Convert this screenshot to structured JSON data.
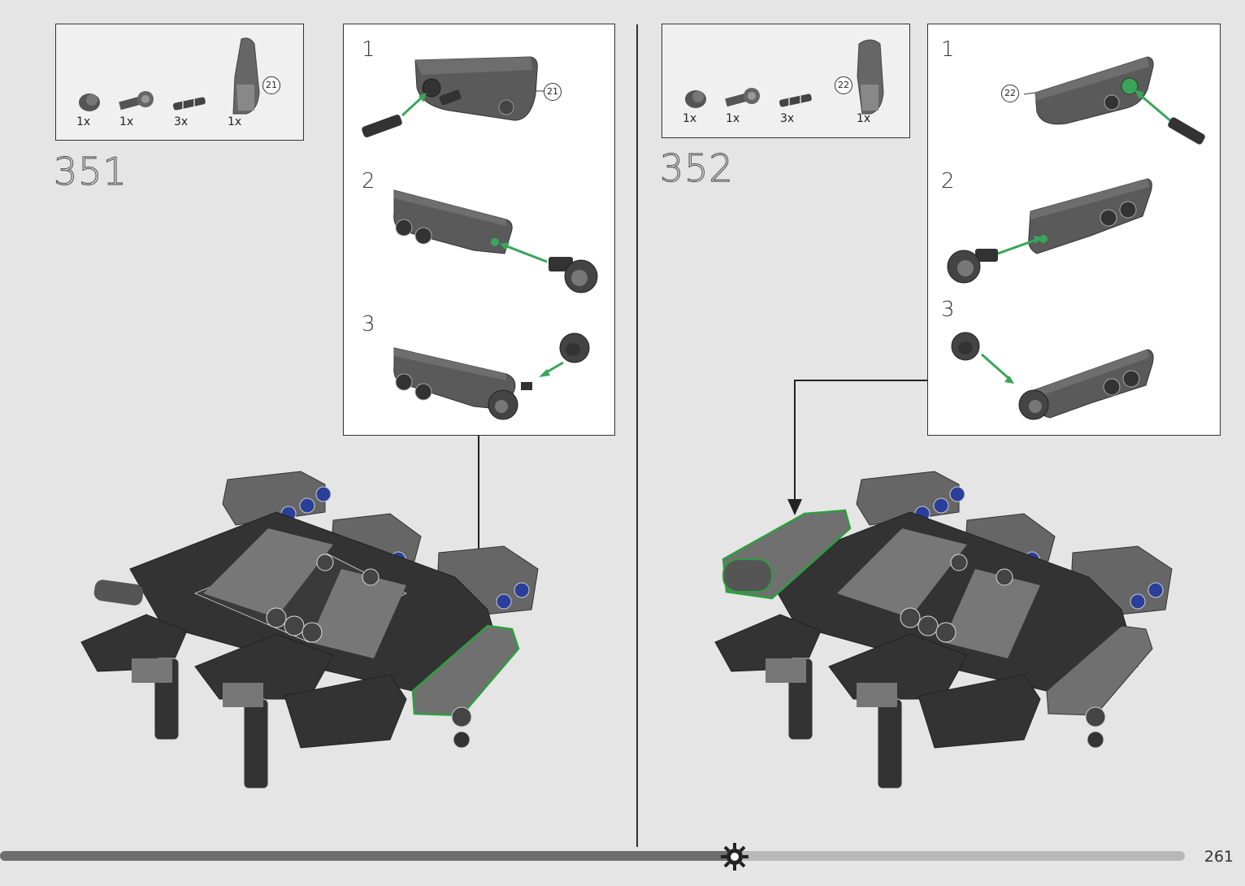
{
  "steps": [
    {
      "number": "351",
      "parts": [
        {
          "qty": "1x",
          "icon": "bush-piece-icon"
        },
        {
          "qty": "1x",
          "icon": "axle-connector-icon"
        },
        {
          "qty": "3x",
          "icon": "pin-icon"
        },
        {
          "qty": "1x",
          "icon": "panel-piece-icon"
        }
      ],
      "callout": "21",
      "substeps": [
        "1",
        "2",
        "3"
      ]
    },
    {
      "number": "352",
      "parts": [
        {
          "qty": "1x",
          "icon": "bush-piece-icon"
        },
        {
          "qty": "1x",
          "icon": "axle-connector-icon"
        },
        {
          "qty": "3x",
          "icon": "pin-icon"
        },
        {
          "qty": "1x",
          "icon": "panel-piece-icon"
        }
      ],
      "callout": "22",
      "substeps": [
        "1",
        "2",
        "3"
      ]
    }
  ],
  "page_number": "261",
  "colors": {
    "background": "#e5e5e5",
    "dark_part": "#333333",
    "mid_part": "#777777",
    "highlight": "#2e9e3e",
    "arrow": "#3aa55a",
    "progress_done": "#6e6e6e",
    "progress_remaining": "#b8b8b8"
  },
  "progress": {
    "fraction": 0.62,
    "icon": "gear-icon"
  }
}
